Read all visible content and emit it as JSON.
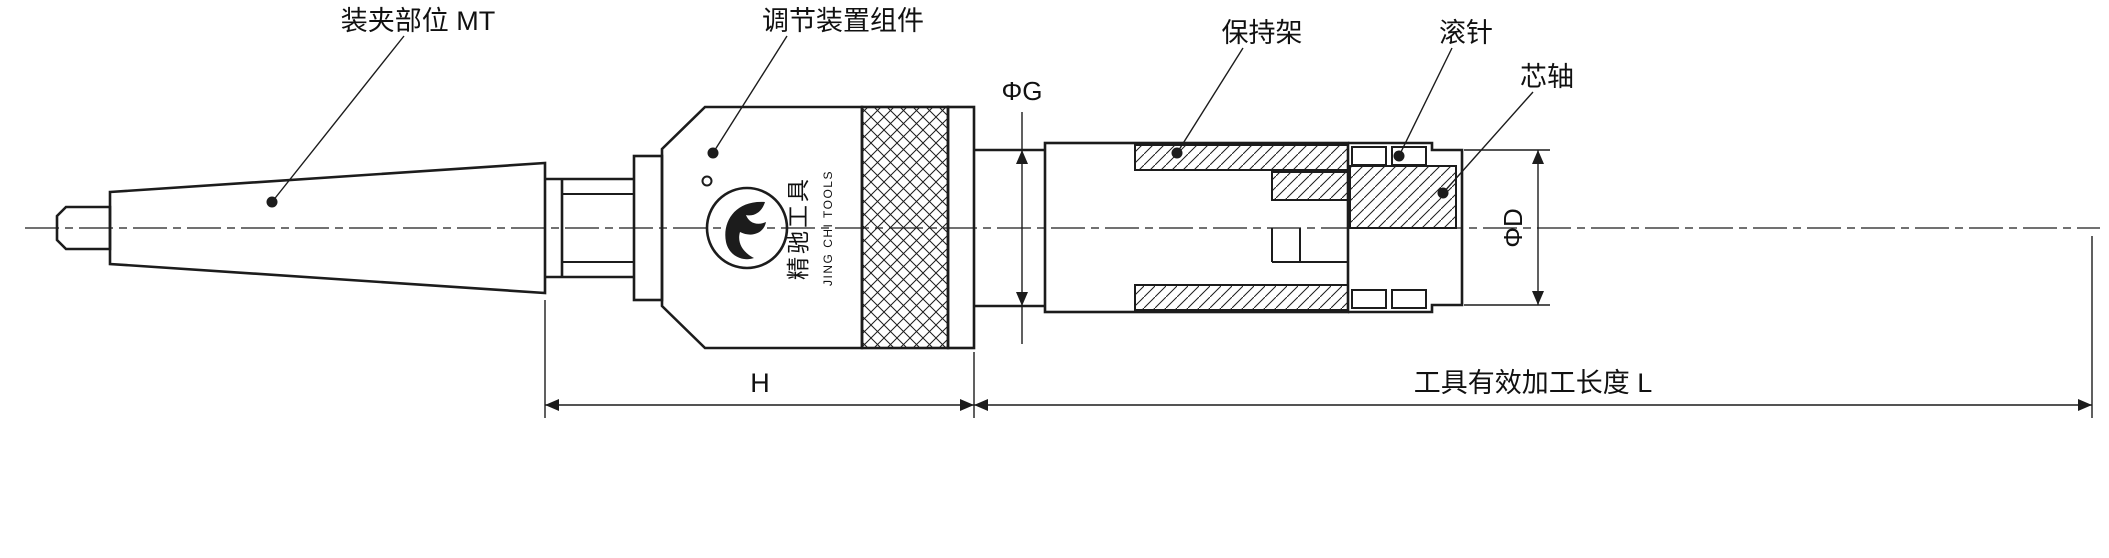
{
  "drawing": {
    "title": "roller-burnishing-tool-technical-drawing",
    "background": "#ffffff",
    "line_color": "#1c1c1c",
    "text_color": "#111111"
  },
  "labels": {
    "clamp_section": "装夹部位 MT",
    "adjuster_assembly": "调节装置组件",
    "cage": "保持架",
    "needle_roller": "滚针",
    "mandrel": "芯轴",
    "dia_g": "ΦG",
    "dia_d": "ΦD",
    "dim_h": "H",
    "dim_l": "工具有效加工长度 L"
  },
  "logo": {
    "cn": "精驰工具",
    "en": "JING CHI TOOLS"
  }
}
